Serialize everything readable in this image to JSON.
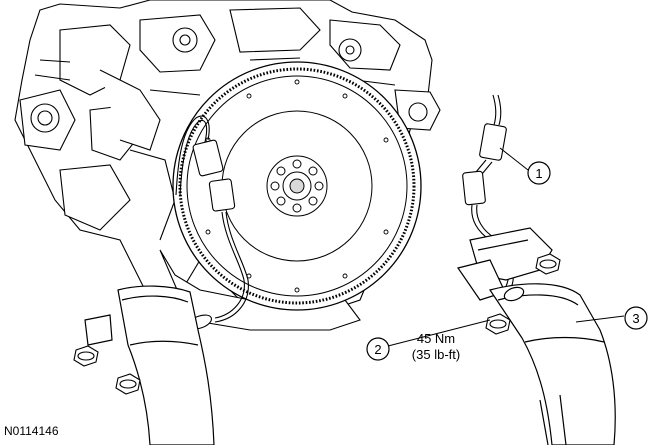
{
  "figure_id": "N0114146",
  "callouts": [
    {
      "number": "1"
    },
    {
      "number": "2",
      "torque_nm": "45 Nm",
      "torque_lbft": "(35 lb-ft)"
    },
    {
      "number": "3"
    }
  ],
  "colors": {
    "line": "#000000",
    "background": "#ffffff",
    "shade": "#d9d9d9"
  }
}
